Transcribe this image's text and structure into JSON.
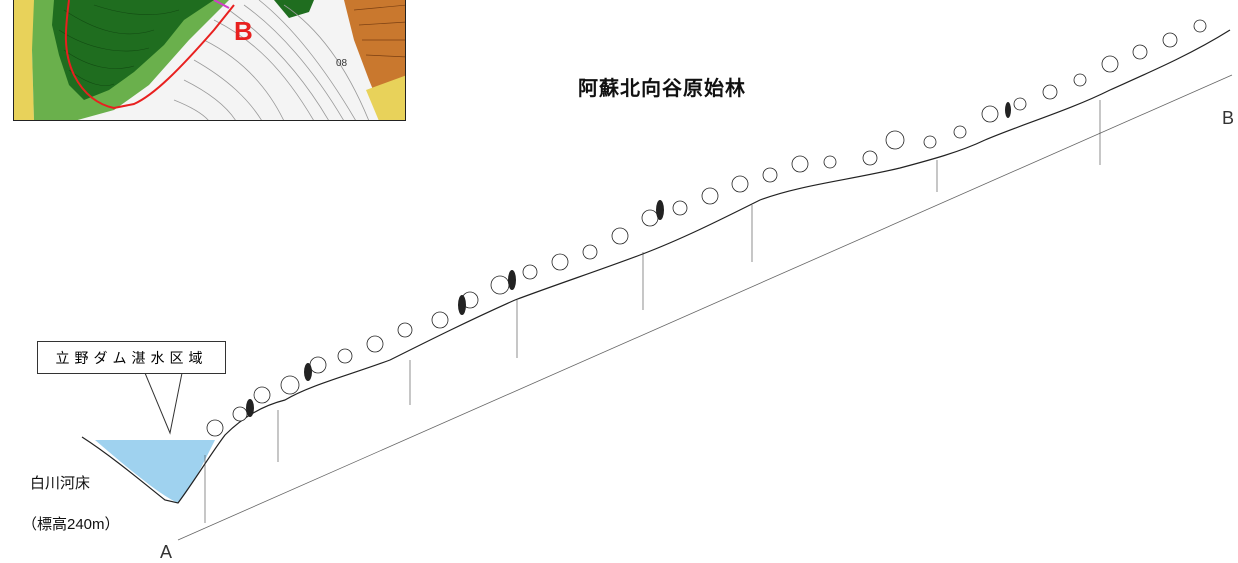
{
  "title": "阿蘇北向谷原始林",
  "callout": {
    "text": "立野ダム湛水区域"
  },
  "riverbed": {
    "name": "白川河床",
    "elevation": "（標高240m）"
  },
  "endpoints": {
    "a": "A",
    "b": "B"
  },
  "map_inset": {
    "marker": "B",
    "contour_label": "08"
  },
  "colors": {
    "forest_dark": "#1f6d1f",
    "forest_light": "#6ab04c",
    "boundary_red": "#e8201f",
    "map_yellow": "#e8d25a",
    "map_brown": "#c9782e",
    "water_blue": "#9fd2ef"
  }
}
